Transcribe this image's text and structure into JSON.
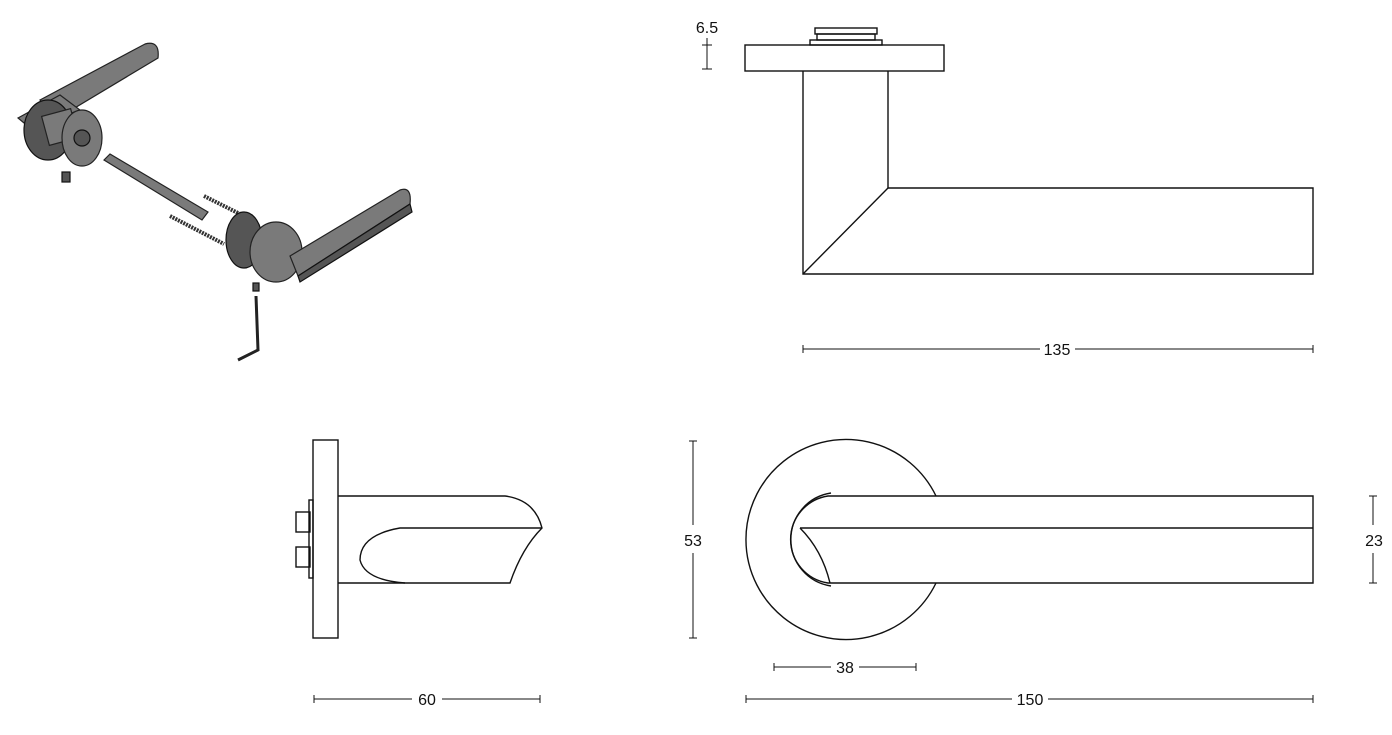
{
  "drawing": {
    "views": [
      "isometric-exploded",
      "top-view",
      "side-view",
      "front-view"
    ],
    "dimensions": {
      "rose_thickness": "6.5",
      "lever_projection": "135",
      "side_depth": "60",
      "rose_diameter": "53",
      "lever_height": "23",
      "rose_offset": "38",
      "overall_length": "150"
    },
    "colors": {
      "line": "#111111",
      "shading": "#7a7a7a"
    }
  }
}
